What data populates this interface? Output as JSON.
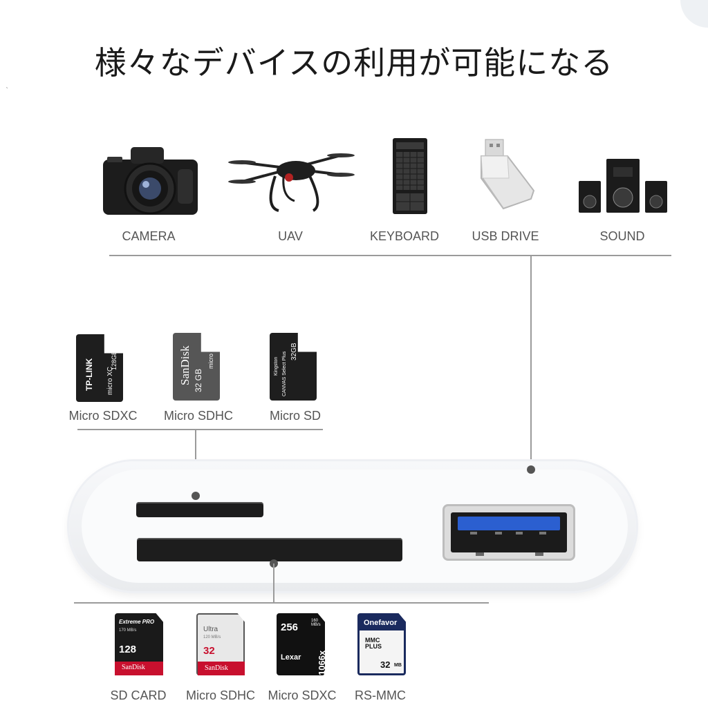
{
  "title": "様々なデバイスの利用が可能になる",
  "devices": [
    {
      "label": "CAMERA",
      "icon": "camera-icon"
    },
    {
      "label": "UAV",
      "icon": "drone-icon"
    },
    {
      "label": "KEYBOARD",
      "icon": "keyboard-icon"
    },
    {
      "label": "USB DRIVE",
      "icon": "usb-drive-icon"
    },
    {
      "label": "SOUND",
      "icon": "speaker-icon"
    }
  ],
  "micro_cards": [
    {
      "label": "Micro SDXC",
      "brand": "TP-LINK",
      "cap": "128GB",
      "sub": "micro XC"
    },
    {
      "label": "Micro SDHC",
      "brand": "SanDisk",
      "cap": "32 GB",
      "sub": "micro HC"
    },
    {
      "label": "Micro SD",
      "brand": "Kingston",
      "cap": "32GB",
      "sub": "CANVAS Select Plus"
    }
  ],
  "sd_cards": [
    {
      "label": "SD CARD",
      "brand": "SanDisk",
      "line1": "Extreme PRO",
      "cap": "128",
      "speed": "170 MB/s"
    },
    {
      "label": "Micro SDHC",
      "brand": "SanDisk",
      "line1": "Ultra",
      "cap": "32",
      "speed": "120 MB/s"
    },
    {
      "label": "Micro SDXC",
      "brand": "Lexar",
      "line1": "256",
      "cap": "1066x",
      "speed": "160 MB/s"
    },
    {
      "label": "RS-MMC",
      "brand": "Onefavor",
      "line1": "MMC PLUS",
      "cap": "32",
      "speed": "MB"
    }
  ],
  "colors": {
    "usb_blue": "#2b5fd0",
    "sandisk_red": "#c8102e",
    "line_gray": "#9a9a9a"
  }
}
